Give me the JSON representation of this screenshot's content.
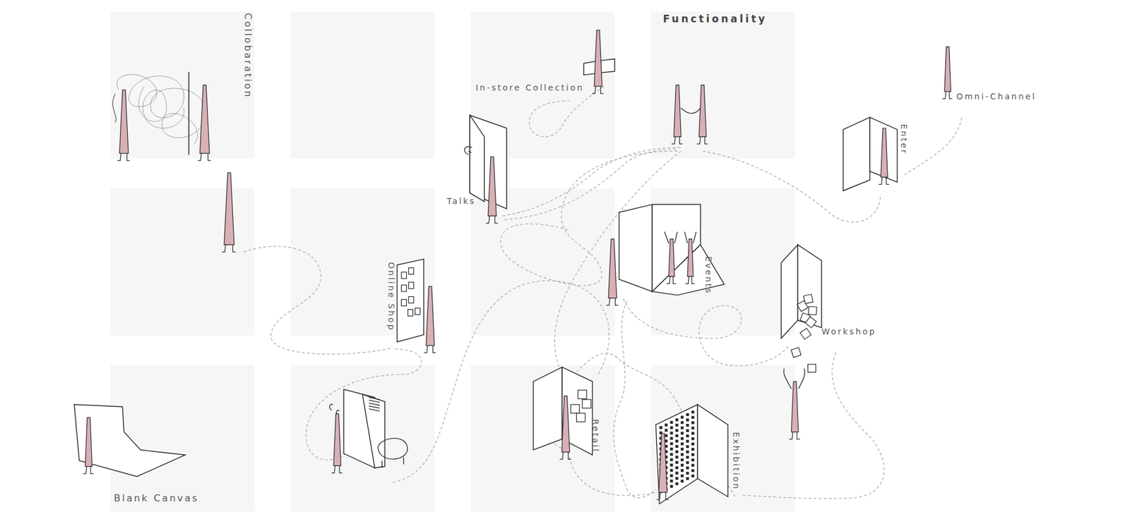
{
  "diagram": {
    "title": "Functionality",
    "labels": [
      "Collobaration",
      "In-store Collection",
      "Talks",
      "Online Shop",
      "Events",
      "Workshop",
      "Enter",
      "Omni-Channel",
      "Retail",
      "Exhibition",
      "Blank Canvas"
    ]
  }
}
